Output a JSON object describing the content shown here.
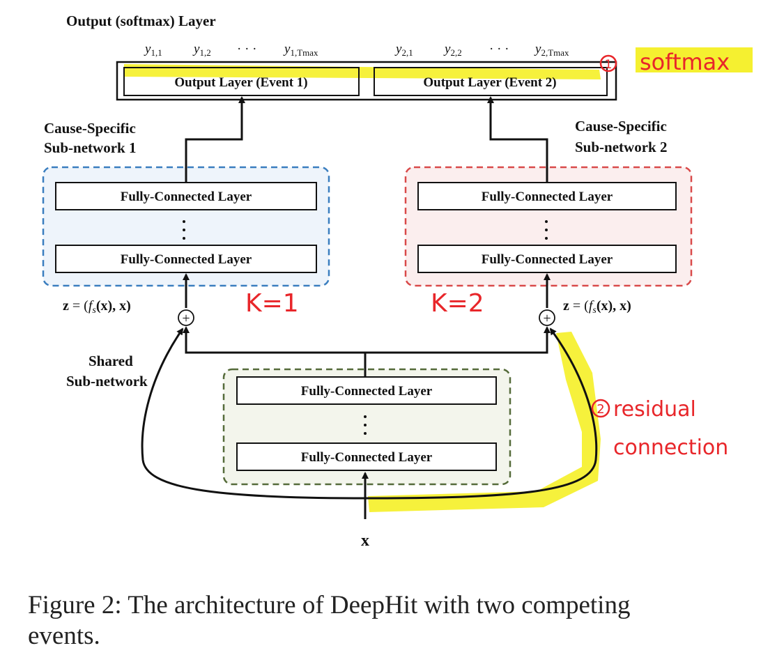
{
  "title": "Output (softmax) Layer",
  "outputs": {
    "event1": {
      "label": "Output Layer (Event 1)",
      "y_first": "y",
      "s_first": "1,1",
      "y_second": "y",
      "s_second": "1,2",
      "dots": "· · ·",
      "y_last": "y",
      "s_last": "1,T",
      "ss_last": "max"
    },
    "event2": {
      "label": "Output Layer (Event 2)",
      "y_first": "y",
      "s_first": "2,1",
      "y_second": "y",
      "s_second": "2,2",
      "dots": "· · ·",
      "y_last": "y",
      "s_last": "2,T",
      "ss_last": "max"
    }
  },
  "subnet1": {
    "title_line1": "Cause-Specific",
    "title_line2": "Sub-network 1",
    "layer_top": "Fully-Connected Layer",
    "layer_bottom": "Fully-Connected Layer"
  },
  "subnet2": {
    "title_line1": "Cause-Specific",
    "title_line2": "Sub-network 2",
    "layer_top": "Fully-Connected Layer",
    "layer_bottom": "Fully-Connected Layer"
  },
  "shared": {
    "title_line1": "Shared",
    "title_line2": "Sub-network",
    "layer_top": "Fully-Connected Layer",
    "layer_bottom": "Fully-Connected Layer"
  },
  "z_formula": {
    "z": "z",
    "eq": "= (",
    "f": "f",
    "s": "s",
    "rest": "(x), x)"
  },
  "input_label": "x",
  "plus_symbol": "+",
  "annotations": {
    "k1": "K=1",
    "k2": "K=2",
    "num1": "1",
    "softmax": "softmax",
    "num2": "2",
    "residual_line1": "residual",
    "residual_line2": "connection"
  },
  "caption": {
    "line1": "Figure 2: The architecture of DeepHit with two competing",
    "line2": "events."
  },
  "colors": {
    "subnet1_border": "#3a7ebf",
    "subnet1_fill": "#eef4fb",
    "subnet2_border": "#d94a4a",
    "subnet2_fill": "#fbeeee",
    "shared_border": "#556b3a",
    "shared_fill": "#f3f5ec",
    "highlight": "#f4ee1a",
    "annotation": "#e8262a"
  }
}
